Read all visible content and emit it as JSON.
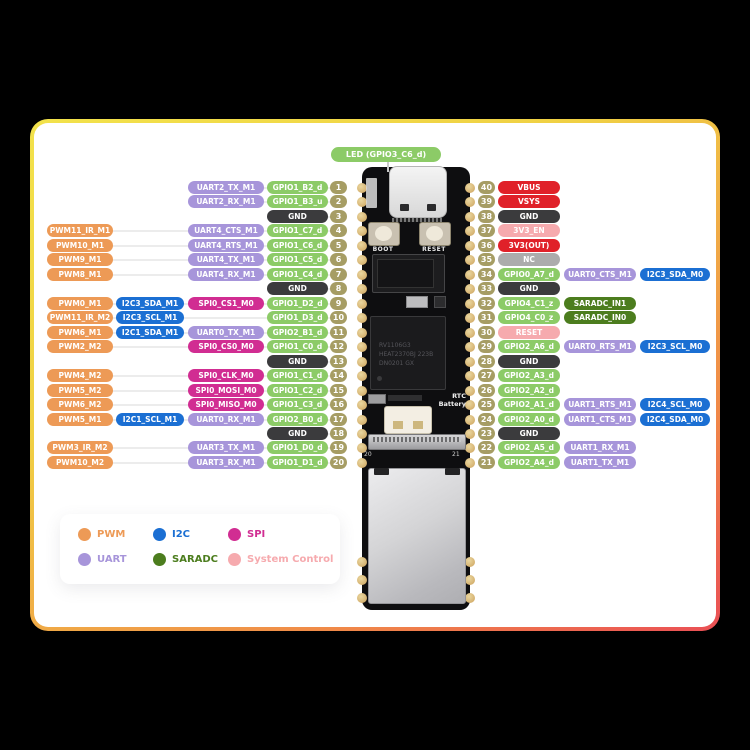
{
  "led_label": "LED (GPIO3_C6_d)",
  "colors": {
    "pwm": "#ED9A56",
    "uart": "#A795DA",
    "i2c": "#1B6FD3",
    "spi": "#D12D92",
    "saradc": "#4C7D1E",
    "gpio": "#8CCB67",
    "gnd": "#3B3B3D",
    "power": "#E02129",
    "sys": "#F6AAAE",
    "nc": "#ACACAC",
    "badge": "#A69D64"
  },
  "board": {
    "boot_label": "BOOT",
    "reset_label": "RESET",
    "rtc_label": "RTC Battery",
    "chip_lines": [
      "RV1106G3",
      "HEAT2370BJ 223B",
      "DN0201 GX"
    ],
    "silk_bottom_left": "20",
    "silk_bottom_right": "21"
  },
  "legend": {
    "items": [
      {
        "label": "PWM",
        "cat": "pwm"
      },
      {
        "label": "I2C",
        "cat": "i2c"
      },
      {
        "label": "SPI",
        "cat": "spi"
      },
      {
        "label": "UART",
        "cat": "uart"
      },
      {
        "label": "SARADC",
        "cat": "saradc"
      },
      {
        "label": "System Control",
        "cat": "sys"
      }
    ]
  },
  "pins_left": [
    {
      "num": "1",
      "pills": [
        {
          "cat": "uart",
          "label": "UART2_TX_M1"
        },
        {
          "cat": "gpio",
          "label": "GPIO1_B2_d"
        }
      ]
    },
    {
      "num": "2",
      "pills": [
        {
          "cat": "uart",
          "label": "UART2_RX_M1"
        },
        {
          "cat": "gpio",
          "label": "GPIO1_B3_u"
        }
      ]
    },
    {
      "num": "3",
      "pills": [
        {
          "cat": "gnd",
          "label": "GND"
        }
      ]
    },
    {
      "num": "4",
      "pills": [
        {
          "cat": "pwm",
          "label": "PWM11_IR_M1"
        },
        {
          "cat": "uart",
          "label": "UART4_CTS_M1"
        },
        {
          "cat": "gpio",
          "label": "GPIO1_C7_d"
        }
      ]
    },
    {
      "num": "5",
      "pills": [
        {
          "cat": "pwm",
          "label": "PWM10_M1"
        },
        {
          "cat": "uart",
          "label": "UART4_RTS_M1"
        },
        {
          "cat": "gpio",
          "label": "GPIO1_C6_d"
        }
      ]
    },
    {
      "num": "6",
      "pills": [
        {
          "cat": "pwm",
          "label": "PWM9_M1"
        },
        {
          "cat": "uart",
          "label": "UART4_TX_M1"
        },
        {
          "cat": "gpio",
          "label": "GPIO1_C5_d"
        }
      ]
    },
    {
      "num": "7",
      "pills": [
        {
          "cat": "pwm",
          "label": "PWM8_M1"
        },
        {
          "cat": "uart",
          "label": "UART4_RX_M1"
        },
        {
          "cat": "gpio",
          "label": "GPIO1_C4_d"
        }
      ]
    },
    {
      "num": "8",
      "pills": [
        {
          "cat": "gnd",
          "label": "GND"
        }
      ]
    },
    {
      "num": "9",
      "pills": [
        {
          "cat": "pwm",
          "label": "PWM0_M1"
        },
        {
          "cat": "i2c",
          "label": "I2C3_SDA_M1"
        },
        {
          "cat": "spi",
          "label": "SPI0_CS1_M0"
        },
        {
          "cat": "gpio",
          "label": "GPIO1_D2_d"
        }
      ]
    },
    {
      "num": "10",
      "pills": [
        {
          "cat": "pwm",
          "label": "PWM11_IR_M2"
        },
        {
          "cat": "i2c",
          "label": "I2C3_SCL_M1"
        },
        {
          "cat": "gpio",
          "label": "GPIO1_D3_d"
        }
      ]
    },
    {
      "num": "11",
      "pills": [
        {
          "cat": "pwm",
          "label": "PWM6_M1"
        },
        {
          "cat": "i2c",
          "label": "I2C1_SDA_M1"
        },
        {
          "cat": "uart",
          "label": "UART0_TX_M1"
        },
        {
          "cat": "gpio",
          "label": "GPIO2_B1_d"
        }
      ]
    },
    {
      "num": "12",
      "pills": [
        {
          "cat": "pwm",
          "label": "PWM2_M2"
        },
        {
          "cat": "spi",
          "label": "SPI0_CS0_M0"
        },
        {
          "cat": "gpio",
          "label": "GPIO1_C0_d"
        }
      ]
    },
    {
      "num": "13",
      "pills": [
        {
          "cat": "gnd",
          "label": "GND"
        }
      ]
    },
    {
      "num": "14",
      "pills": [
        {
          "cat": "pwm",
          "label": "PWM4_M2"
        },
        {
          "cat": "spi",
          "label": "SPI0_CLK_M0"
        },
        {
          "cat": "gpio",
          "label": "GPIO1_C1_d"
        }
      ]
    },
    {
      "num": "15",
      "pills": [
        {
          "cat": "pwm",
          "label": "PWM5_M2"
        },
        {
          "cat": "spi",
          "label": "SPI0_MOSI_M0"
        },
        {
          "cat": "gpio",
          "label": "GPIO1_C2_d"
        }
      ]
    },
    {
      "num": "16",
      "pills": [
        {
          "cat": "pwm",
          "label": "PWM6_M2"
        },
        {
          "cat": "spi",
          "label": "SPI0_MISO_M0"
        },
        {
          "cat": "gpio",
          "label": "GPIO1_C3_d"
        }
      ]
    },
    {
      "num": "17",
      "pills": [
        {
          "cat": "pwm",
          "label": "PWM5_M1"
        },
        {
          "cat": "i2c",
          "label": "I2C1_SCL_M1"
        },
        {
          "cat": "uart",
          "label": "UART0_RX_M1"
        },
        {
          "cat": "gpio",
          "label": "GPIO2_B0_d"
        }
      ]
    },
    {
      "num": "18",
      "pills": [
        {
          "cat": "gnd",
          "label": "GND"
        }
      ]
    },
    {
      "num": "19",
      "pills": [
        {
          "cat": "pwm",
          "label": "PWM3_IR_M2"
        },
        {
          "cat": "uart",
          "label": "UART3_TX_M1"
        },
        {
          "cat": "gpio",
          "label": "GPIO1_D0_d"
        }
      ]
    },
    {
      "num": "20",
      "pills": [
        {
          "cat": "pwm",
          "label": "PWM10_M2"
        },
        {
          "cat": "uart",
          "label": "UART3_RX_M1"
        },
        {
          "cat": "gpio",
          "label": "GPIO1_D1_d"
        }
      ]
    }
  ],
  "pins_right": [
    {
      "num": "40",
      "pills": [
        {
          "cat": "power",
          "label": "VBUS"
        }
      ]
    },
    {
      "num": "39",
      "pills": [
        {
          "cat": "power",
          "label": "VSYS"
        }
      ]
    },
    {
      "num": "38",
      "pills": [
        {
          "cat": "gnd",
          "label": "GND"
        }
      ]
    },
    {
      "num": "37",
      "pills": [
        {
          "cat": "sys",
          "label": "3V3_EN"
        }
      ]
    },
    {
      "num": "36",
      "pills": [
        {
          "cat": "power",
          "label": "3V3(OUT)"
        }
      ]
    },
    {
      "num": "35",
      "pills": [
        {
          "cat": "nc",
          "label": "NC"
        }
      ]
    },
    {
      "num": "34",
      "pills": [
        {
          "cat": "gpio",
          "label": "GPIO0_A7_d"
        },
        {
          "cat": "uart",
          "label": "UART0_CTS_M1"
        },
        {
          "cat": "i2c",
          "label": "I2C3_SDA_M0"
        }
      ]
    },
    {
      "num": "33",
      "pills": [
        {
          "cat": "gnd",
          "label": "GND"
        }
      ]
    },
    {
      "num": "32",
      "pills": [
        {
          "cat": "gpio",
          "label": "GPIO4_C1_z"
        },
        {
          "cat": "saradc",
          "label": "SARADC_IN1"
        }
      ]
    },
    {
      "num": "31",
      "pills": [
        {
          "cat": "gpio",
          "label": "GPIO4_C0_z"
        },
        {
          "cat": "saradc",
          "label": "SARADC_IN0"
        }
      ]
    },
    {
      "num": "30",
      "pills": [
        {
          "cat": "sys",
          "label": "RESET"
        }
      ]
    },
    {
      "num": "29",
      "pills": [
        {
          "cat": "gpio",
          "label": "GPIO2_A6_d"
        },
        {
          "cat": "uart",
          "label": "UART0_RTS_M1"
        },
        {
          "cat": "i2c",
          "label": "I2C3_SCL_M0"
        }
      ]
    },
    {
      "num": "28",
      "pills": [
        {
          "cat": "gnd",
          "label": "GND"
        }
      ]
    },
    {
      "num": "27",
      "pills": [
        {
          "cat": "gpio",
          "label": "GPIO2_A3_d"
        }
      ]
    },
    {
      "num": "26",
      "pills": [
        {
          "cat": "gpio",
          "label": "GPIO2_A2_d"
        }
      ]
    },
    {
      "num": "25",
      "pills": [
        {
          "cat": "gpio",
          "label": "GPIO2_A1_d"
        },
        {
          "cat": "uart",
          "label": "UART1_RTS_M1"
        },
        {
          "cat": "i2c",
          "label": "I2C4_SCL_M0"
        }
      ]
    },
    {
      "num": "24",
      "pills": [
        {
          "cat": "gpio",
          "label": "GPIO2_A0_d"
        },
        {
          "cat": "uart",
          "label": "UART1_CTS_M1"
        },
        {
          "cat": "i2c",
          "label": "I2C4_SDA_M0"
        }
      ]
    },
    {
      "num": "23",
      "pills": [
        {
          "cat": "gnd",
          "label": "GND"
        }
      ]
    },
    {
      "num": "22",
      "pills": [
        {
          "cat": "gpio",
          "label": "GPIO2_A5_d"
        },
        {
          "cat": "uart",
          "label": "UART1_RX_M1"
        }
      ]
    },
    {
      "num": "21",
      "pills": [
        {
          "cat": "gpio",
          "label": "GPIO2_A4_d"
        },
        {
          "cat": "uart",
          "label": "UART1_TX_M1"
        }
      ]
    }
  ]
}
